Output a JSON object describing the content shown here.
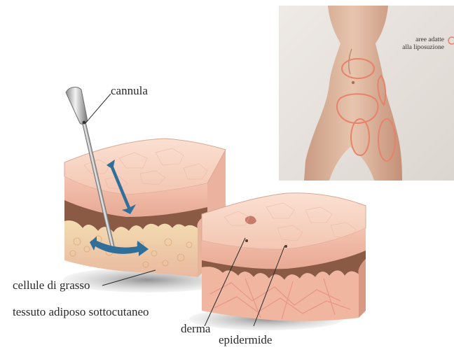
{
  "labels": {
    "cannula": "cannula",
    "fat_cells": "cellule di grasso",
    "subcutaneous": "tessuto adiposo sottocutaneo",
    "dermis": "derma",
    "epidermis": "epidermide"
  },
  "inset": {
    "legend_line1": "aree adatte",
    "legend_line2": "alla liposuzione",
    "highlight_color": "#e8826a"
  },
  "colors": {
    "skin_surface": "#f8d2c2",
    "dermis_brown": "#8a5a45",
    "fat_yellow": "#f0d6a6",
    "arrow_blue": "#2f6f9a"
  }
}
